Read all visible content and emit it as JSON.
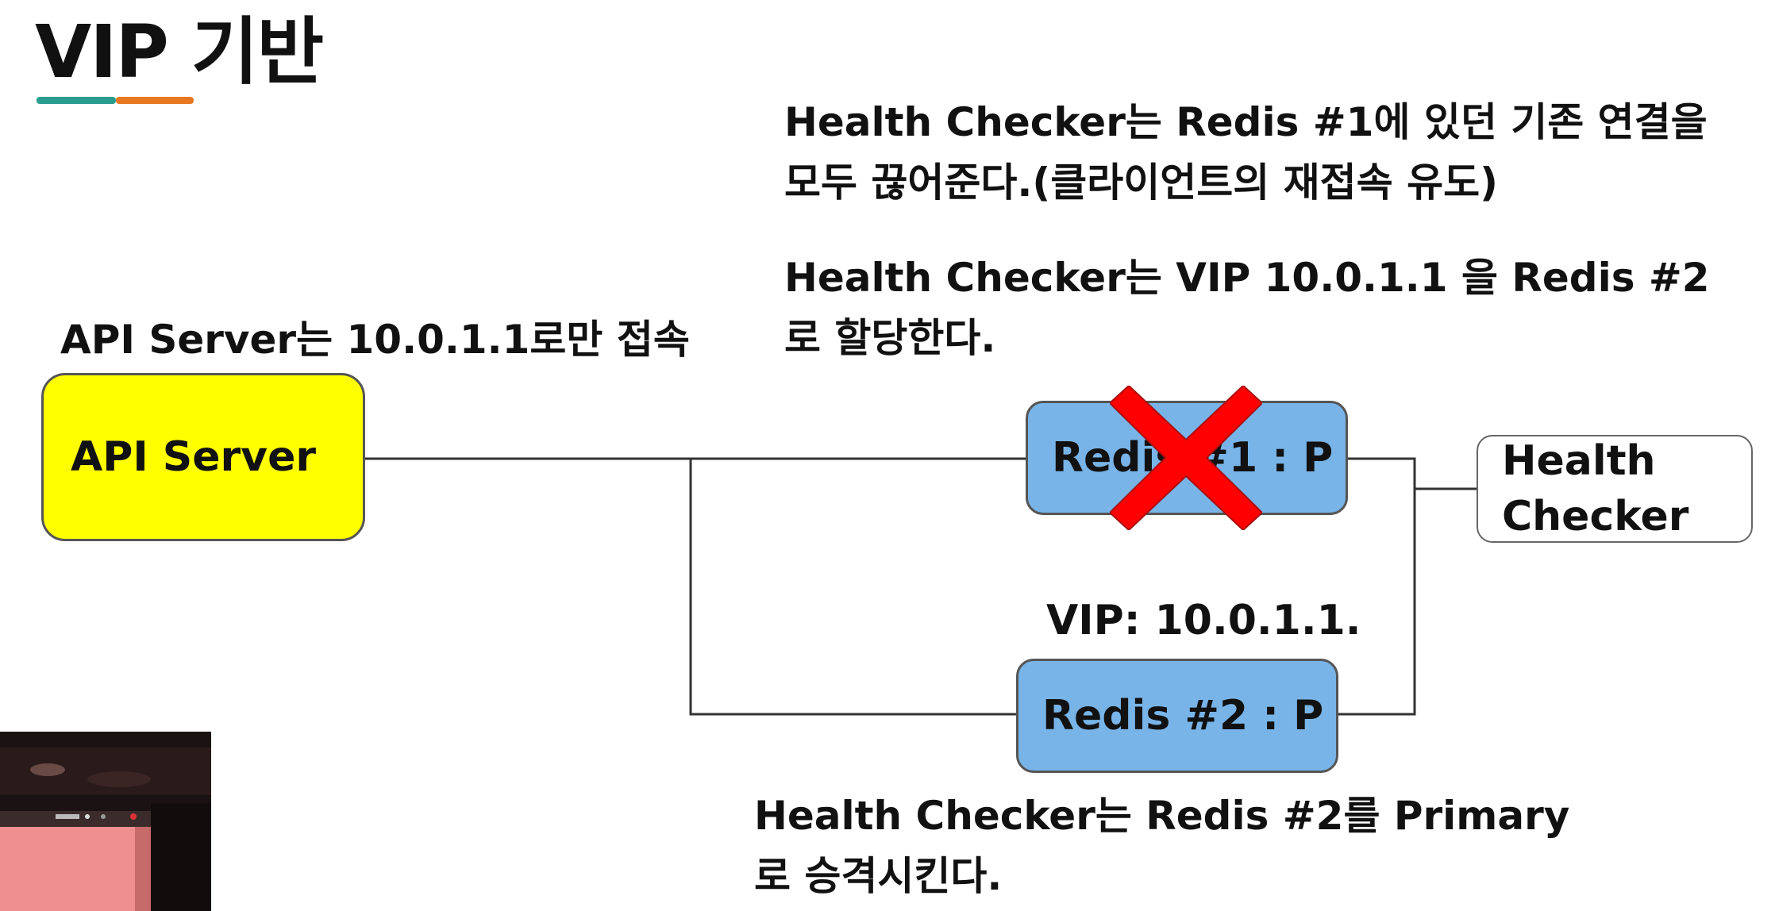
{
  "title": "VIP 기반",
  "colors": {
    "api_server_fill": "#ffff00",
    "redis_fill": "#78b4e8",
    "cross": "#ff0000",
    "title_underline": [
      "#2a9d8f",
      "#e87722"
    ]
  },
  "notes": {
    "disconnect": [
      "Health Checker는 Redis #1에 있던 기존 연결을",
      "모두 끊어준다.(클라이언트의 재접속 유도)"
    ],
    "assign_vip": [
      "Health Checker는 VIP 10.0.1.1 을 Redis #2",
      "로 할당한다."
    ],
    "api_connect": "API Server는 10.0.1.1로만 접속",
    "promote": [
      "Health Checker는 Redis #2를 Primary",
      "로 승격시킨다."
    ]
  },
  "nodes": {
    "api_server": "API Server",
    "redis1": "Redis #1 : P",
    "redis2": "Redis #2 : P",
    "health_checker": [
      "Health",
      "Checker"
    ]
  },
  "vip_label": "VIP: 10.0.1.1.",
  "redis1_status": "failed (crossed out)"
}
